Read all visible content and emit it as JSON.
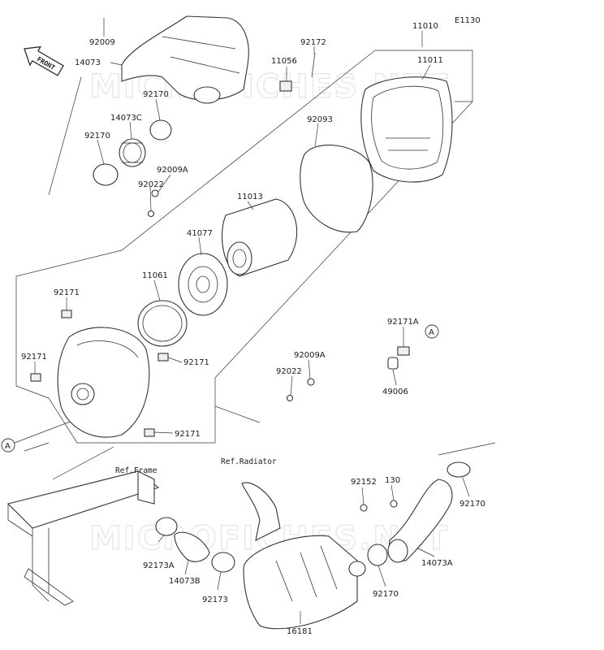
{
  "diagram_code": "E1130",
  "front_label": "FRONT",
  "watermark": "MICROFICHES.NET",
  "refs": {
    "frame": "Ref.Frame",
    "radiator": "Ref.Radiator"
  },
  "callouts": {
    "a_left": "A",
    "a_right": "A"
  },
  "parts": {
    "p92009_top": "92009",
    "p14073": "14073",
    "p92172": "92172",
    "p11056": "11056",
    "p11010": "11010",
    "p11011": "11011",
    "p92170_a": "92170",
    "p14073c": "14073C",
    "p92170_b": "92170",
    "p92009a_top": "92009A",
    "p92022_top": "92022",
    "p92093": "92093",
    "p11013": "11013",
    "p41077": "41077",
    "p11061": "11061",
    "p92171_a": "92171",
    "p92171_b": "92171",
    "p92171_c": "92171",
    "p92171_d": "92171",
    "p92171a": "92171A",
    "p49006": "49006",
    "p92009a_mid": "92009A",
    "p92022_mid": "92022",
    "p92152": "92152",
    "p130": "130",
    "p92170_c": "92170",
    "p14073a": "14073A",
    "p92173a": "92173A",
    "p14073b": "14073B",
    "p92173": "92173",
    "p92170_d": "92170",
    "p16181": "16181"
  }
}
